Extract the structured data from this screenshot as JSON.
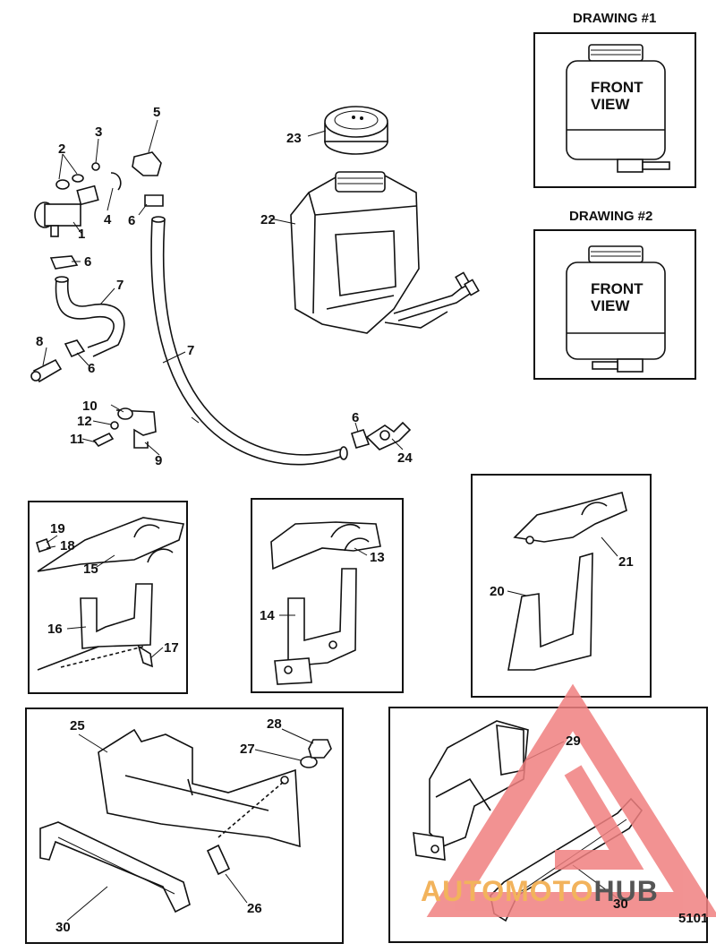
{
  "drawings": [
    {
      "title": "DRAWING #1",
      "front_label": [
        "FRONT",
        "VIEW"
      ]
    },
    {
      "title": "DRAWING #2",
      "front_label": [
        "FRONT",
        "VIEW"
      ]
    }
  ],
  "callouts": {
    "c1": "1",
    "c2": "2",
    "c3": "3",
    "c4": "4",
    "c5": "5",
    "c6a": "6",
    "c6b": "6",
    "c6c": "6",
    "c6d": "6",
    "c7a": "7",
    "c7b": "7",
    "c8": "8",
    "c9": "9",
    "c10": "10",
    "c11": "11",
    "c12": "12",
    "c13": "13",
    "c14": "14",
    "c15": "15",
    "c16": "16",
    "c17": "17",
    "c18": "18",
    "c19": "19",
    "c20": "20",
    "c21": "21",
    "c22": "22",
    "c23": "23",
    "c24": "24",
    "c25": "25",
    "c26": "26",
    "c27": "27",
    "c28": "28",
    "c29": "29",
    "c30a": "30",
    "c30b": "30"
  },
  "figure_number": "5101",
  "watermark": {
    "part1": "AUTOMOTO",
    "part2": "HUB"
  }
}
